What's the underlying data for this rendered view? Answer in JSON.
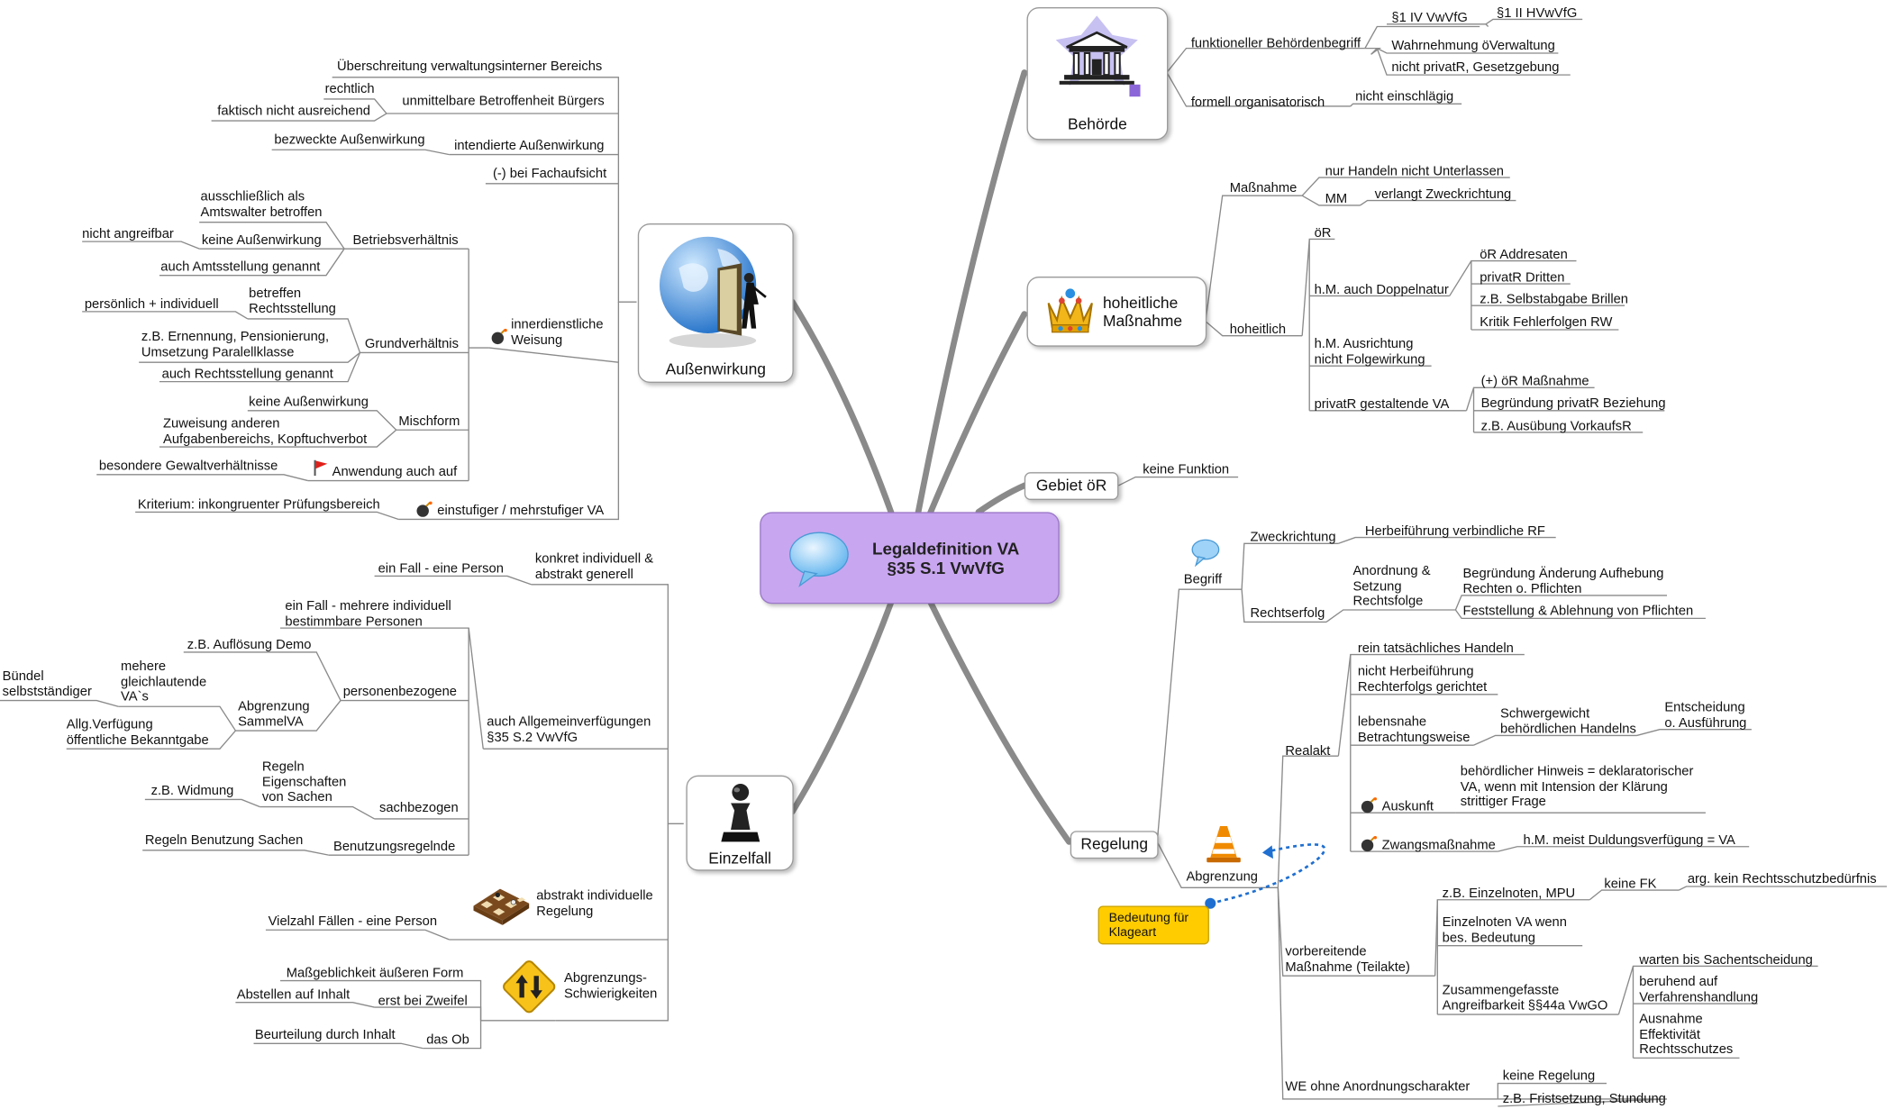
{
  "colors": {
    "center_fill": "#c9a6f0",
    "note_fill": "#ffcc00",
    "connector": "#8a8a8a",
    "dotted_link": "#1f6fd0"
  },
  "center": {
    "line1": "Legaldefinition VA",
    "line2": "§35 S.1 VwVfG"
  },
  "main": {
    "behoerde": "Behörde",
    "hoheitliche_line1": "hoheitliche",
    "hoheitliche_line2": "Maßnahme",
    "gebiet": "Gebiet öR",
    "regelung": "Regelung",
    "aussenwirkung": "Außenwirkung",
    "einzelfall": "Einzelfall"
  },
  "icons": {
    "behoerde": "building-icon",
    "hoheitliche": "crown-icon",
    "aussenwirkung": "globe-door-icon",
    "einzelfall": "chess-pawn-icon",
    "center": "speech-bubble-icon",
    "begriff": "speech-bubble-icon",
    "abgrenzung": "traffic-cone-icon",
    "weisung": "bomb-icon",
    "flag": "red-flag-icon",
    "chessboard": "chessboard-icon",
    "warning": "double-arrow-warning-icon"
  },
  "behoerde": {
    "funktionell": "funktioneller Behördenbegriff",
    "p1": "§1 IV VwVfG",
    "p2": "§1 II HVwVfG",
    "wahrnehmung": "Wahrnehmung öVerwaltung",
    "nicht_privat": "nicht privatR, Gesetzgebung",
    "formell": "formell organisatorisch",
    "nicht_einschlaegig": "nicht einschlägig"
  },
  "hoheitlich": {
    "massnahme": "Maßnahme",
    "nur_handeln": "nur Handeln nicht Unterlassen",
    "mm": "MM",
    "zweckrichtung": "verlangt Zweckrichtung",
    "hoheitlich": "hoheitlich",
    "oer": "öR",
    "doppelnatur": "h.M. auch Doppelnatur",
    "adressaten": "öR Addresaten",
    "privat_dritten": "privatR Dritten",
    "brillen": "z.B. Selbstabgabe Brillen",
    "kritik": "Kritik Fehlerfolgen RW",
    "ausrichtung1": "h.M. Ausrichtung",
    "ausrichtung2": "nicht Folgewirkung",
    "privat_gestaltende": "privatR gestaltende VA",
    "plus_oer": "(+) öR Maßnahme",
    "begruendung": "Begründung privatR Beziehung",
    "vorkauf": "z.B. Ausübung VorkaufsR"
  },
  "gebiet": {
    "keine_funktion": "keine Funktion"
  },
  "regelung": {
    "begriff": "Begriff",
    "zweckrichtung": "Zweckrichtung",
    "herbei": "Herbeiführung verbindliche RF",
    "rechtserfolg": "Rechtserfolg",
    "anordnung1": "Anordnung &",
    "anordnung2": "Setzung",
    "anordnung3": "Rechtsfolge",
    "begr1": "Begründung Änderung Aufhebung",
    "begr2": "Rechten o. Pflichten",
    "feststellung": "Feststellung & Ablehnung von Pflichten",
    "abgrenzung": "Abgrenzung",
    "realakt": "Realakt",
    "rein": "rein tatsächliches Handeln",
    "nicht_herbei1": "nicht Herbeiführung",
    "nicht_herbei2": "Rechterfolgs gerichtet",
    "lebensnahe1": "lebensnahe",
    "lebensnahe2": "Betrachtungsweise",
    "schwergewicht1": "Schwergewicht",
    "schwergewicht2": "behördlichen Handelns",
    "entscheidung1": "Entscheidung",
    "entscheidung2": "o. Ausführung",
    "auskunft": "Auskunft",
    "hinweis1": "behördlicher Hinweis = deklaratorischer",
    "hinweis2": "VA, wenn mit Intension der Klärung",
    "hinweis3": "strittiger Frage",
    "zwang": "Zwangsmaßnahme",
    "duldung": "h.M. meist Duldungsverfügung = VA",
    "bedeutung1": "Bedeutung für",
    "bedeutung2": "Klageart",
    "vorbereitende1": "vorbereitende",
    "vorbereitende2": "Maßnahme (Teilakte)",
    "einzelnoten": "z.B. Einzelnoten, MPU",
    "keine_fk": "keine FK",
    "arg": "arg. kein Rechtsschutzbedürfnis",
    "einzel_va1": "Einzelnoten VA wenn",
    "einzel_va2": "bes. Bedeutung",
    "zusammen1": "Zusammengefasste",
    "zusammen2": "Angreifbarkeit §§44a VwGO",
    "warten": "warten bis Sachentscheidung",
    "beruhend1": "beruhend auf",
    "beruhend2": "Verfahrenshandlung",
    "ausnahme1": "Ausnahme",
    "ausnahme2": "Effektivität",
    "ausnahme3": "Rechtsschutzes",
    "we": "WE ohne Anordnungscharakter",
    "keine_regelung": "keine Regelung",
    "frist": "z.B. Fristsetzung, Stundung"
  },
  "aussen": {
    "ueberschreitung": "Überschreitung verwaltungsinterner Bereichs",
    "rechtlich": "rechtlich",
    "unmittelbare": "unmittelbare Betroffenheit Bürgers",
    "faktisch": "faktisch nicht ausreichend",
    "bezweckte": "bezweckte Außenwirkung",
    "intendierte": "intendierte Außenwirkung",
    "fachaufsicht": "(-) bei Fachaufsicht",
    "ausschl1": "ausschließlich als",
    "ausschl2": "Amtswalter betroffen",
    "betrieb": "Betriebsverhältnis",
    "nicht_angreifbar": "nicht angreifbar",
    "keine_aussen": "keine Außenwirkung",
    "amtsstellung": "auch Amtsstellung genannt",
    "innerdienst1": "innerdienstliche",
    "innerdienst2": "Weisung",
    "persoenlich": "persönlich + individuell",
    "betreffen1": "betreffen",
    "betreffen2": "Rechtsstellung",
    "ernennung1": "z.B. Ernennung, Pensionierung,",
    "ernennung2": "Umsetzung Paralellklasse",
    "grund": "Grundverhältnis",
    "rechtsstellung": "auch Rechtsstellung genannt",
    "keine_aussen2": "keine Außenwirkung",
    "zuweisung1": "Zuweisung anderen",
    "zuweisung2": "Aufgabenbereichs, Kopftuchverbot",
    "misch": "Mischform",
    "gewalt": "besondere Gewaltverhältnisse",
    "anwendung": "Anwendung auch auf",
    "kriterium": "Kriterium: inkongruenter Prüfungsbereich",
    "einstufiger": "einstufiger / mehrstufiger VA"
  },
  "einzel": {
    "ein_fall_person": "ein Fall - eine Person",
    "konkret1": "konkret individuell &",
    "konkret2": "abstrakt generell",
    "mehrere1": "ein Fall - mehrere individuell",
    "mehrere2": "bestimmbare Personen",
    "demo": "z.B. Auflösung Demo",
    "personen": "personenbezogene",
    "buendel1": "Bündel",
    "buendel2": "selbstständiger",
    "mehrere_va1": "mehere",
    "mehrere_va2": "gleichlautende",
    "mehrere_va3": "VA`s",
    "abgr1": "Abgrenzung",
    "abgr2": "SammelVA",
    "allg1": "Allg.Verfügung",
    "allg2": "öffentliche Bekanntgabe",
    "auch_allg1": "auch Allgemeinverfügungen",
    "auch_allg2": "§35 S.2 VwVfG",
    "regeln1": "Regeln",
    "regeln2": "Eigenschaften",
    "regeln3": "von Sachen",
    "widmung": "z.B. Widmung",
    "sach": "sachbezogen",
    "benutzung": "Regeln Benutzung Sachen",
    "benutzungs": "Benutzungsregelnde",
    "abstrakt1": "abstrakt individuelle",
    "abstrakt2": "Regelung",
    "vielzahl": "Vielzahl Fällen - eine Person",
    "massgeb": "Maßgeblichkeit äußeren Form",
    "abstellen": "Abstellen auf Inhalt",
    "zweifel": "erst bei Zweifel",
    "beurteilung": "Beurteilung durch Inhalt",
    "das_ob": "das Ob",
    "schwier1": "Abgrenzungs-",
    "schwier2": "Schwierigkeiten"
  }
}
